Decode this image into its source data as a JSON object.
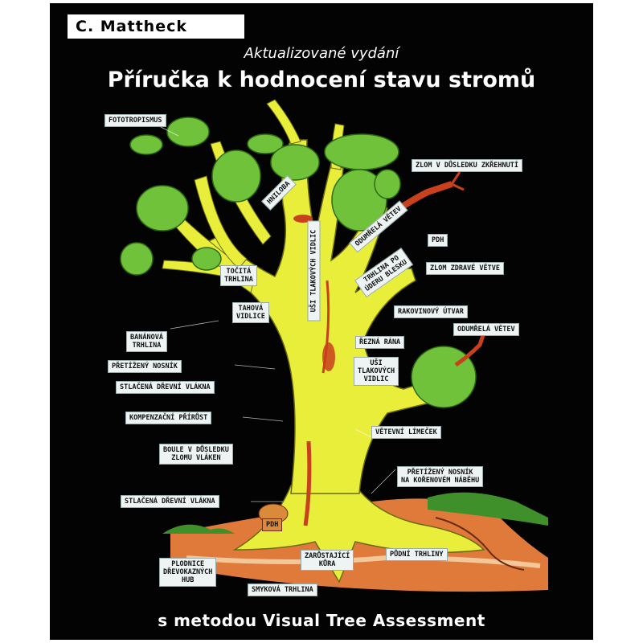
{
  "cover": {
    "author": "C. Mattheck",
    "edition": "Aktualizované vydání",
    "title": "Příručka k hodnocení stavu stromů",
    "subtitle": "s metodou Visual Tree Assessment"
  },
  "labels": {
    "fototropismus": "FOTOTROPISMUS",
    "zlom_zkrehnuti": "ZLOM V DŮSLEDKU ZKŘEHNUTÍ",
    "hniloba": "HNILOBA",
    "usi_tlakovych_vidlic_vertical": "UŠI TLAKOVÝCH VIDLIC",
    "odumrela_vetev_diag": "ODUMŘELÁ VĚTEV",
    "pdh_top": "PDH",
    "trhlina_po_uderu_blesku": "TRHLINA PO\nÚDERU BLESKU",
    "zlom_zdrave_vetve": "ZLOM ZDRAVÉ VĚTVE",
    "tocita_trhlina": "TOČITÁ\nTRHLINA",
    "tahova_vidlice": "TAHOVÁ\nVIDLICE",
    "rakovinovy_utvar": "RAKOVINOVÝ ÚTVAR",
    "odumrela_vetev_right": "ODUMŘELÁ VĚTEV",
    "bananova_trhlina": "BANÁNOVÁ\nTRHLINA",
    "rezna_rana": "ŘEZNÁ RÁNA",
    "pretizeny_nosnik": "PŘETÍŽENÝ NOSNÍK",
    "usi_tlakovych_vidlic_box": "UŠI\nTLAKOVÝCH\nVIDLIC",
    "stlacena_vlakna_upper": "STLAČENÁ DŘEVNÍ VLÁKNA",
    "kompenzacni_prirust": "KOMPENZAČNÍ PŘÍRŮST",
    "vetevni_limecek": "VĚTEVNÍ LÍMEČEK",
    "boule_zlomu_vlaken": "BOULE V DŮSLEDKU\nZLOMU VLÁKEN",
    "pretizeny_nosnik_koreni": "PŘETÍŽENÝ NOSNÍK\nNA KOŘENOVÉM NÁBĚHU",
    "stlacena_vlakna_lower": "STLAČENÁ DŘEVNÍ VLÁKNA",
    "pdh_base": "PDH",
    "zarustajici_kura": "ZARŮSTAJÍCÍ\nKŮRA",
    "pudni_trhliny": "PŮDNÍ TRHLINY",
    "plodnice_hub": "PLODNICE\nDŘEVOKAZNÝCH\nHUB",
    "smykova_trhlina": "SMYKOVÁ TRHLINA"
  },
  "colors": {
    "background": "#030303",
    "trunk": "#e8ee3a",
    "foliage": "#6fc23a",
    "crack_red": "#c8401c",
    "soil": "#e07a3a",
    "label_bg": "#eef4f4"
  }
}
